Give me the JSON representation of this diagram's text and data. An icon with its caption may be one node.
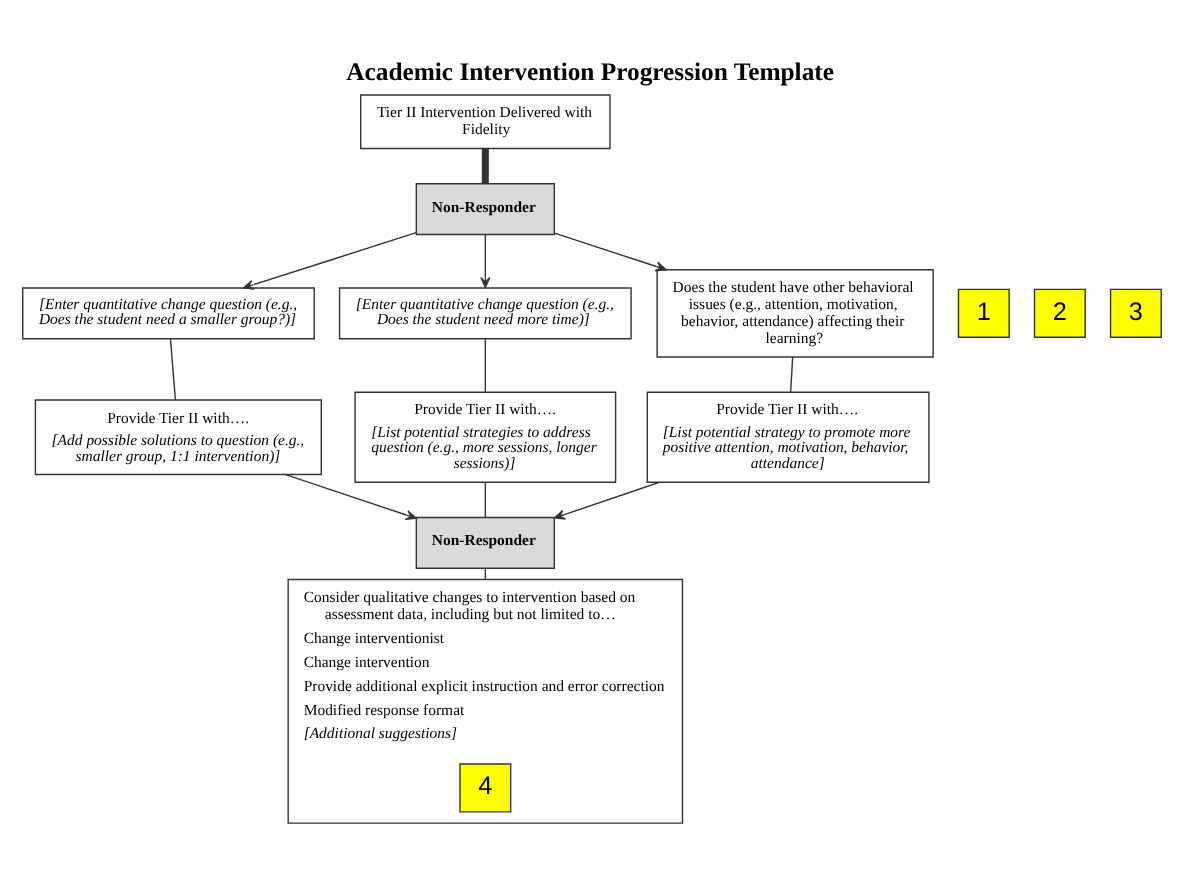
{
  "diagram": {
    "title": "Academic Intervention Progression Template",
    "nodes": [
      {
        "text": [
          "Tier II Intervention Delivered with Fidelity"
        ]
      },
      {
        "text": [
          "Non-Responder"
        ]
      },
      {
        "text": [
          "[Enter quantitative change question (e.g., Does the student need a smaller group?)]"
        ]
      },
      {
        "text": [
          "[Enter quantitative change question (e.g., Does the student need more time)]"
        ]
      },
      {
        "text": [
          "Does the student have other behavioral issues (e.g., attention, motivation, behavior, attendance) affecting their learning?"
        ]
      },
      {
        "text": [
          "Provide Tier II with….",
          "[Add possible solutions to question (e.g., smaller group, 1:1 intervention)]"
        ]
      },
      {
        "text": [
          "Provide Tier II with….",
          "[List potential strategies to address question (e.g., more sessions, longer sessions)]"
        ]
      },
      {
        "text": [
          "Provide Tier II with….",
          "[List potential strategy to promote more positive attention, motivation, behavior, attendance]"
        ]
      },
      {
        "text": [
          "Non-Responder"
        ]
      },
      {
        "text": [
          "Consider qualitative changes to intervention based on assessment data, including but not limited to…",
          "Change interventionist",
          "Change intervention",
          "Provide additional explicit instruction and error correction",
          "Modified response format",
          "[Additional suggestions]"
        ]
      },
      {
        "text": [
          "1"
        ]
      },
      {
        "text": [
          "2"
        ]
      },
      {
        "text": [
          "3"
        ]
      },
      {
        "text": [
          "4"
        ],
        "in": 9
      }
    ],
    "edges": [
      {
        "from": 0,
        "to": 1,
        "arrow": "none",
        "style": "thick"
      },
      {
        "from": 1,
        "to": 2,
        "arrow": "to"
      },
      {
        "from": 1,
        "to": 3,
        "arrow": "to"
      },
      {
        "from": 1,
        "to": 4,
        "arrow": "to"
      },
      {
        "from": 2,
        "to": 5,
        "arrow": "none"
      },
      {
        "from": 3,
        "to": 6,
        "arrow": "none"
      },
      {
        "from": 4,
        "to": 7,
        "arrow": "none"
      },
      {
        "from": 5,
        "to": 8,
        "arrow": "to"
      },
      {
        "from": 6,
        "to": 8,
        "arrow": "none"
      },
      {
        "from": 7,
        "to": 8,
        "arrow": "to"
      },
      {
        "from": 8,
        "to": 9,
        "arrow": "none"
      }
    ]
  }
}
